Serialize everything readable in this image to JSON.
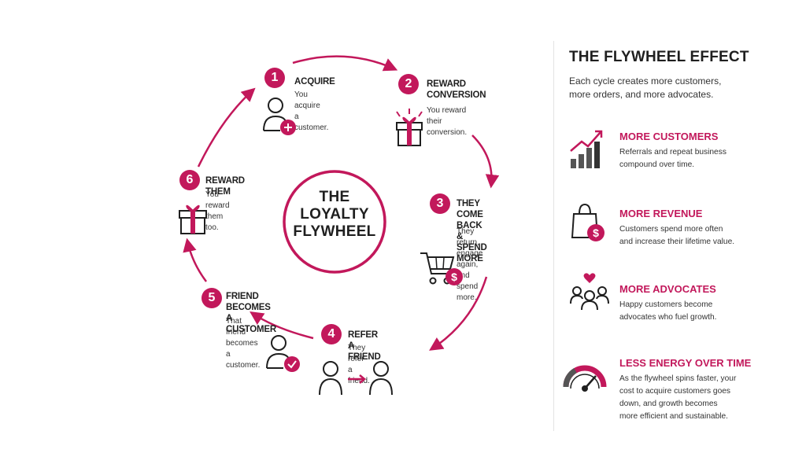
{
  "diagram": {
    "center_title": [
      "THE",
      "LOYALTY",
      "FLYWHEEL"
    ],
    "steps": [
      {
        "number": "1",
        "title": [
          "ACQUIRE"
        ],
        "desc": [
          "You acquire",
          "a customer."
        ],
        "icon": "add-user-icon"
      },
      {
        "number": "2",
        "title": [
          "REWARD",
          "CONVERSION"
        ],
        "desc": [
          "You reward their",
          "conversion."
        ],
        "icon": "gift-icon"
      },
      {
        "number": "3",
        "title": [
          "THEY COME BACK",
          "& SPEND MORE"
        ],
        "desc": [
          "They return,",
          "engage again,",
          "and spend more."
        ],
        "icon": "shopping-cart-dollar-icon"
      },
      {
        "number": "4",
        "title": [
          "REFER A FRIEND"
        ],
        "desc": [
          "They refer a friend."
        ],
        "icon": "refer-friend-icon"
      },
      {
        "number": "5",
        "title": [
          "FRIEND BECOMES",
          "A CUSTOMER"
        ],
        "desc": [
          "That friend",
          "becomes a",
          "customer."
        ],
        "icon": "user-check-icon"
      },
      {
        "number": "6",
        "title": [
          "REWARD THEM"
        ],
        "desc": [
          "You reward them too."
        ],
        "icon": "gift-icon"
      }
    ]
  },
  "panel": {
    "title": "THE FLYWHEEL EFFECT",
    "subtitle": [
      "Each cycle creates more customers,",
      "more orders, and more advocates."
    ],
    "features": [
      {
        "title": "MORE CUSTOMERS",
        "desc": [
          "Referrals and repeat business",
          "compound over time."
        ],
        "icon": "growth-chart-icon"
      },
      {
        "title": "MORE REVENUE",
        "desc": [
          "Customers spend more often",
          "and increase their lifetime value."
        ],
        "icon": "shopping-bag-dollar-icon"
      },
      {
        "title": "MORE ADVOCATES",
        "desc": [
          "Happy customers become",
          "advocates who fuel growth."
        ],
        "icon": "people-heart-icon"
      },
      {
        "title": "LESS ENERGY OVER TIME",
        "desc": [
          "As the flywheel spins faster, your",
          "cost to acquire customers goes",
          "down, and growth becomes",
          "more efficient and sustainable."
        ],
        "icon": "speedometer-icon"
      }
    ]
  },
  "colors": {
    "accent": "#c2185b",
    "text": "#1f1f1f"
  }
}
